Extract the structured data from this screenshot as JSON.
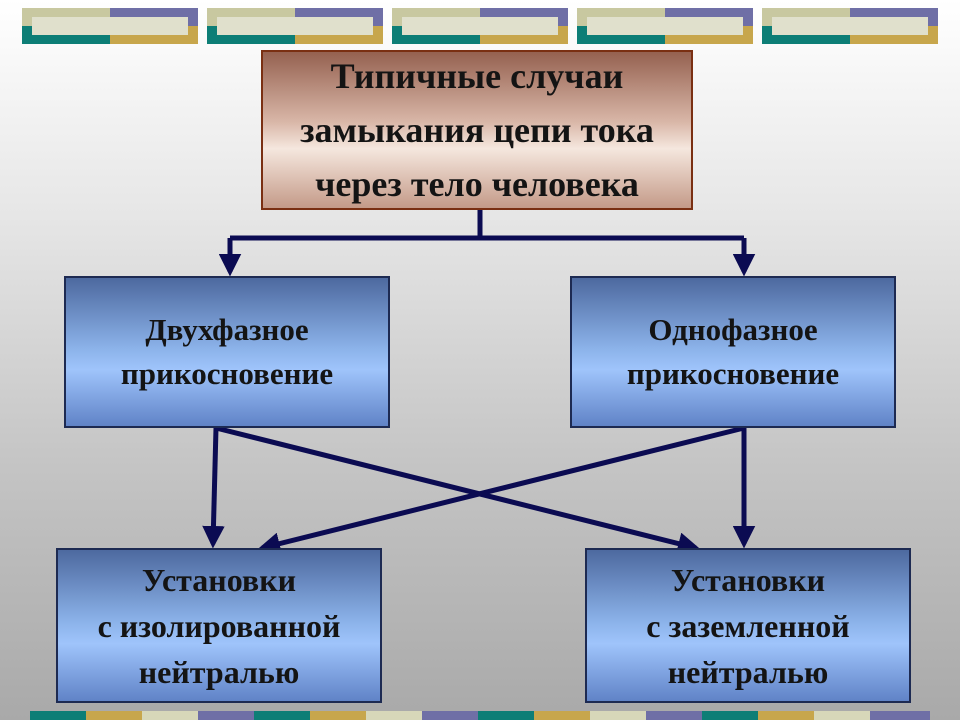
{
  "diagram": {
    "title_box": {
      "label": "Типичные случаи\nзамыкания цепи тока\nчерез тело человека"
    },
    "two_phase_box": {
      "label": "Двухфазное\nприкосновение"
    },
    "single_phase_box": {
      "label": "Однофазное\nприкосновение"
    },
    "isolated_neutral_box": {
      "label": "Установки\nс изолированной\nнейтралью"
    },
    "grounded_neutral_box": {
      "label": "Установки\nс заземленной\nнейтралью"
    }
  },
  "colors": {
    "arrow": "#0b0b52",
    "title_border": "#7a2f12",
    "blue_box_fill": "#8cb3ea",
    "deco_teal": "#0d7e76",
    "deco_gold": "#c7a64c",
    "deco_purple": "#6f6fa6",
    "deco_cream": "#d7d7b9"
  }
}
